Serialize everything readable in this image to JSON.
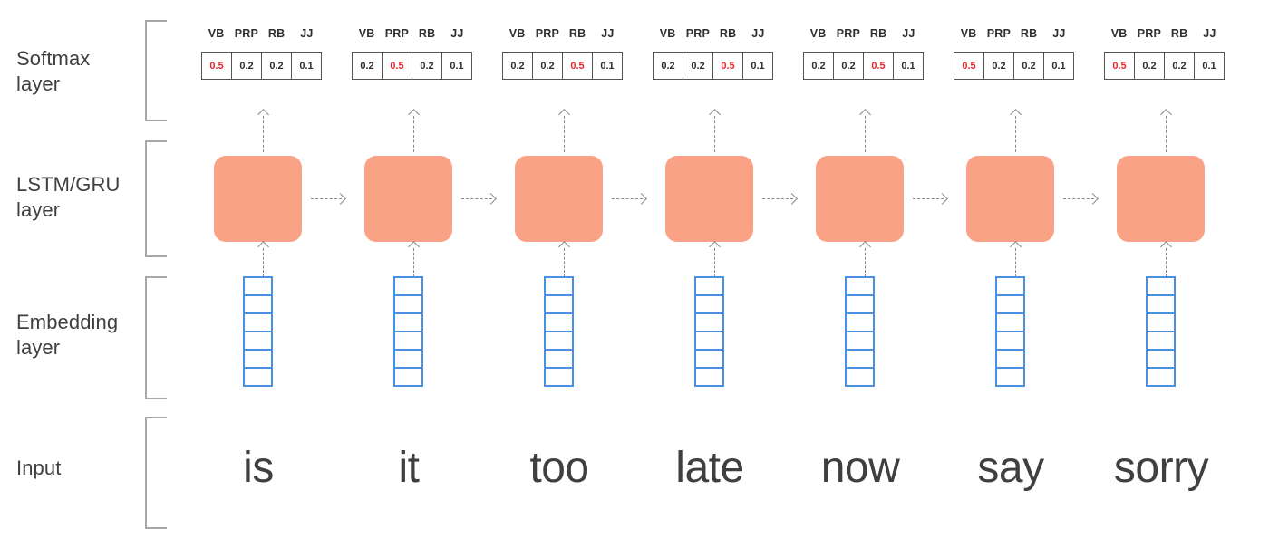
{
  "rows": {
    "softmax_label": "Softmax\nlayer",
    "softmax_label_line1": "Softmax",
    "softmax_label_line2": "layer",
    "lstm_label_line1": "LSTM/GRU",
    "lstm_label_line2": "layer",
    "embedding_label_line1": "Embedding",
    "embedding_label_line2": "layer",
    "input_label": "Input"
  },
  "colors": {
    "lstm_fill": "#faa285",
    "embedding_border": "#4a90e2",
    "highlight_text": "#e8252a",
    "text": "#3f3f41",
    "bracket": "#a7a7a7",
    "arrow": "#8a8a8a",
    "background": "#ffffff"
  },
  "pos_tags": [
    "VB",
    "PRP",
    "RB",
    "JJ"
  ],
  "embedding_cell_count": 6,
  "columns": [
    {
      "word": "is",
      "tags": [
        "VB",
        "PRP",
        "RB",
        "JJ"
      ],
      "probabilities": [
        "0.5",
        "0.2",
        "0.2",
        "0.1"
      ],
      "argmax_index": 0,
      "predicted_tag": "VB"
    },
    {
      "word": "it",
      "tags": [
        "VB",
        "PRP",
        "RB",
        "JJ"
      ],
      "probabilities": [
        "0.2",
        "0.5",
        "0.2",
        "0.1"
      ],
      "argmax_index": 1,
      "predicted_tag": "PRP"
    },
    {
      "word": "too",
      "tags": [
        "VB",
        "PRP",
        "RB",
        "JJ"
      ],
      "probabilities": [
        "0.2",
        "0.2",
        "0.5",
        "0.1"
      ],
      "argmax_index": 2,
      "predicted_tag": "RB"
    },
    {
      "word": "late",
      "tags": [
        "VB",
        "PRP",
        "RB",
        "JJ"
      ],
      "probabilities": [
        "0.2",
        "0.2",
        "0.5",
        "0.1"
      ],
      "argmax_index": 2,
      "predicted_tag": "RB"
    },
    {
      "word": "now",
      "tags": [
        "VB",
        "PRP",
        "RB",
        "JJ"
      ],
      "probabilities": [
        "0.2",
        "0.2",
        "0.5",
        "0.1"
      ],
      "argmax_index": 2,
      "predicted_tag": "RB"
    },
    {
      "word": "say",
      "tags": [
        "VB",
        "PRP",
        "RB",
        "JJ"
      ],
      "probabilities": [
        "0.5",
        "0.2",
        "0.2",
        "0.1"
      ],
      "argmax_index": 0,
      "predicted_tag": "VB"
    },
    {
      "word": "sorry",
      "tags": [
        "VB",
        "PRP",
        "RB",
        "JJ"
      ],
      "probabilities": [
        "0.5",
        "0.2",
        "0.2",
        "0.1"
      ],
      "argmax_index": 0,
      "predicted_tag": "VB"
    }
  ],
  "sentence": "is it too late now say sorry"
}
